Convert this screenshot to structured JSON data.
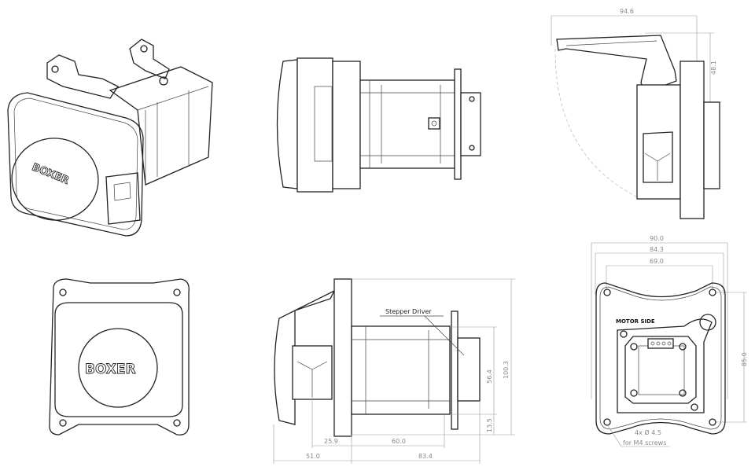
{
  "logo_text": "BOXER",
  "side_view_top": {
    "width": "94.6",
    "height": "48.1"
  },
  "side_view_bottom": {
    "callout": "Stepper Driver",
    "dims": {
      "motor_height": "56.4",
      "total_height": "100.3",
      "offset": "13.5",
      "d1": "25.9",
      "motor_length": "60.0",
      "front_depth": "51.0",
      "rear_depth": "83.4"
    }
  },
  "motor_side_view": {
    "label": "MOTOR SIDE",
    "dims": {
      "overall_width": "90.0",
      "flange_width": "84.3",
      "hole_spacing_x": "69.0",
      "hole_spacing_y": "85.0"
    },
    "hole_note_1": "4x Ø 4.5",
    "hole_note_2": "for M4 screws"
  }
}
